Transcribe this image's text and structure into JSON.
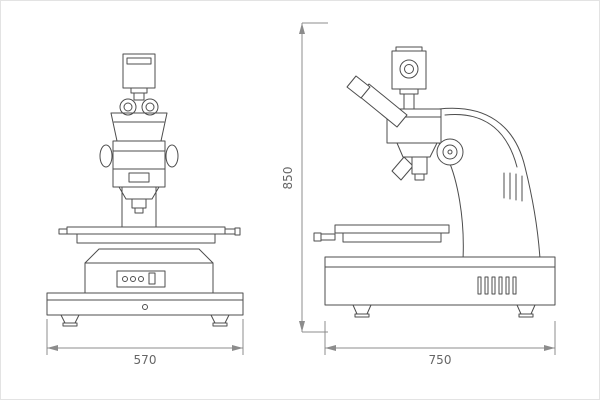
{
  "dimensions": {
    "height_label": "850",
    "front_width_label": "570",
    "side_depth_label": "750"
  },
  "colors": {
    "line": "#4d4d4d",
    "dimension": "#8c8c8c",
    "text": "#666666",
    "background": "#ffffff"
  }
}
